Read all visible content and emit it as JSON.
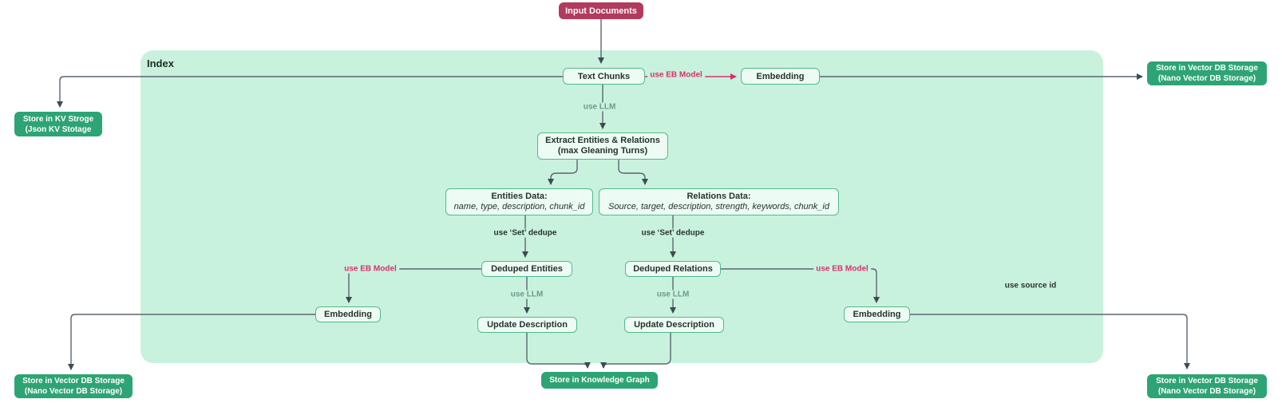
{
  "colors": {
    "container_fill": "#c9f2de",
    "node_fill": "#ecfcf4",
    "node_border": "#52b98c",
    "storage_fill": "#2ea475",
    "input_fill": "#b23a5d",
    "edge_color": "#5b6570",
    "highlight_red": "#d6336c",
    "muted_label": "#6f9a87",
    "dark_text": "#2a342e"
  },
  "diagram": {
    "title": "Index",
    "nodes": {
      "input_documents": {
        "label": "Input Documents"
      },
      "text_chunks": {
        "label": "Text Chunks"
      },
      "embedding_top": {
        "label": "Embedding"
      },
      "store_vector_top_right": {
        "line1": "Store in Vector DB Storage",
        "line2": "(Nano Vector DB Storage)"
      },
      "store_kv": {
        "line1": "Store in KV Stroge",
        "line2": "(Json KV Stotage"
      },
      "extract": {
        "line1": "Extract Entities & Relations",
        "line2": "(max Gleaning Turns)"
      },
      "entities_data": {
        "title": "Entities Data:",
        "fields": "name, type, description, chunk_id"
      },
      "relations_data": {
        "title": "Relations Data:",
        "fields": "Source, target, description, strength, keywords, chunk_id"
      },
      "deduped_entities": {
        "label": "Deduped Entities"
      },
      "deduped_relations": {
        "label": "Deduped Relations"
      },
      "embedding_left": {
        "label": "Embedding"
      },
      "embedding_right": {
        "label": "Embedding"
      },
      "update_description_left": {
        "label": "Update Description"
      },
      "update_description_right": {
        "label": "Update Description"
      },
      "store_knowledge_graph": {
        "label": "Store in Knowledge Graph"
      },
      "store_vector_bottom_left": {
        "line1": "Store in Vector DB Storage",
        "line2": "(Nano Vector DB Storage)"
      },
      "store_vector_bottom_right": {
        "line1": "Store in Vector DB Storage",
        "line2": "(Nano Vector DB Storage)"
      }
    },
    "edge_labels": {
      "use_eb_model_top": "use EB Model",
      "use_llm_top": "use LLM",
      "use_set_dedupe_left": "use ‘Set’ dedupe",
      "use_set_dedupe_right": "use ‘Set’ dedupe",
      "use_eb_model_left": "use EB Model",
      "use_eb_model_right": "use EB Model",
      "use_llm_left": "use LLM",
      "use_llm_right": "use LLM",
      "use_source_id": "use source id"
    }
  }
}
